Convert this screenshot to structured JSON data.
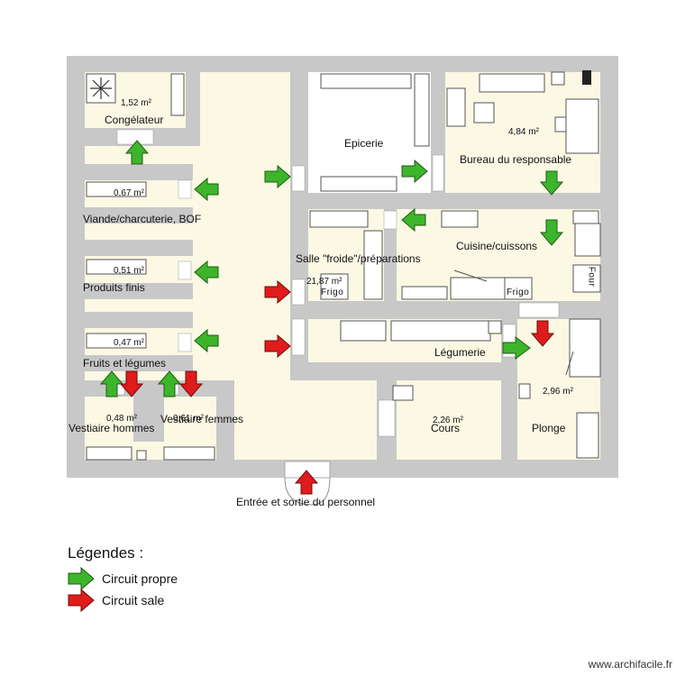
{
  "rooms": {
    "congelateur": {
      "name": "Congélateur",
      "area": "1,52 m²"
    },
    "epicerie": {
      "name": "Epicerie"
    },
    "bureau": {
      "name": "Bureau du responsable",
      "area": "4,84 m²"
    },
    "viande": {
      "name": "Viande/charcuterie, BOF",
      "area": "0,67 m²"
    },
    "salle_froide": {
      "name": "Salle \"froide\"/préparations",
      "area": "21,87 m²"
    },
    "cuisine": {
      "name": "Cuisine/cuissons"
    },
    "produits_finis": {
      "name": "Produits finis",
      "area": "0,51 m²"
    },
    "fruits": {
      "name": "Fruits et légumes",
      "area": "0,47 m²"
    },
    "legumerie": {
      "name": "Légumerie"
    },
    "vestiaire_hommes": {
      "name": "Vestiaire hommes",
      "area": "0,48 m²"
    },
    "vestiaire_femmes": {
      "name": "Vestiaire femmes",
      "area": "0,61 m²"
    },
    "cours": {
      "name": "Cours",
      "area": "2,26 m²"
    },
    "plonge": {
      "name": "Plonge",
      "area": "2,96 m²"
    }
  },
  "appliances": {
    "frigo1": "Frigo",
    "frigo2": "Frigo",
    "four": "Four"
  },
  "entrance": {
    "label": "Entrée et sortie du personnel"
  },
  "legend": {
    "title": "Légendes :",
    "items": [
      {
        "label": "Circuit propre",
        "color": "#3db52b"
      },
      {
        "label": "Circuit sale",
        "color": "#e01b1b"
      }
    ]
  },
  "colors": {
    "wall": "#c8c8c8",
    "floor": "#fbf8e4",
    "clean": "#3db52b",
    "dirty": "#e01b1b"
  },
  "watermark": "www.archifacile.fr"
}
